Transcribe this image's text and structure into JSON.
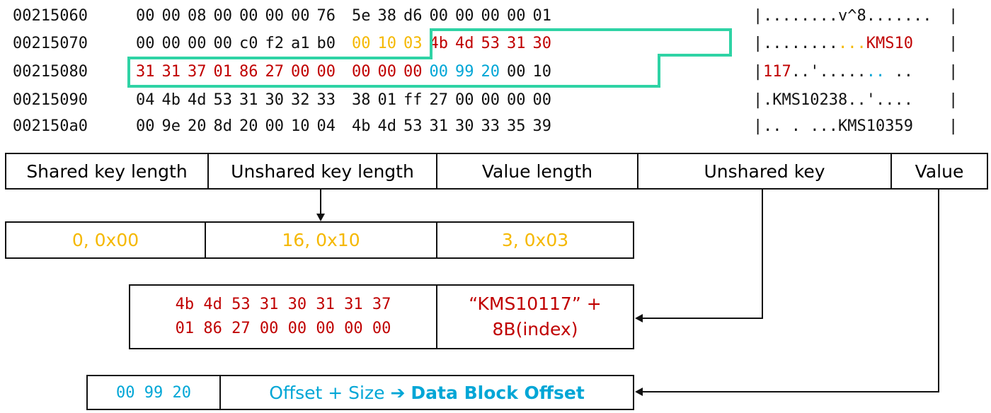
{
  "hex_dump": {
    "rows": [
      {
        "addr": "00215060",
        "bytes": [
          "00",
          "00",
          "08",
          "00",
          "00",
          "00",
          "00",
          "76",
          "5e",
          "38",
          "d6",
          "00",
          "00",
          "00",
          "00",
          "01"
        ],
        "ascii": "........v^8......."
      },
      {
        "addr": "00215070",
        "bytes": [
          "00",
          "00",
          "00",
          "00",
          "c0",
          "f2",
          "a1",
          "b0",
          "00",
          "10",
          "03",
          "4b",
          "4d",
          "53",
          "31",
          "30"
        ],
        "ascii": "...........KMS10"
      },
      {
        "addr": "00215080",
        "bytes": [
          "31",
          "31",
          "37",
          "01",
          "86",
          "27",
          "00",
          "00",
          "00",
          "00",
          "00",
          "00",
          "99",
          "20",
          "00",
          "10"
        ],
        "ascii": "117..'....... .."
      },
      {
        "addr": "00215090",
        "bytes": [
          "04",
          "4b",
          "4d",
          "53",
          "31",
          "30",
          "32",
          "33",
          "38",
          "01",
          "ff",
          "27",
          "00",
          "00",
          "00",
          "00"
        ],
        "ascii": ".KMS10238..'...."
      },
      {
        "addr": "002150a0",
        "bytes": [
          "00",
          "9e",
          "20",
          "8d",
          "20",
          "00",
          "10",
          "04",
          "4b",
          "4d",
          "53",
          "31",
          "30",
          "33",
          "35",
          "39"
        ],
        "ascii": ".. . ...KMS10359"
      }
    ],
    "separator": "|"
  },
  "header_row": {
    "shared_key_length": "Shared key length",
    "unshared_key_length": "Unshared key length",
    "value_length": "Value length",
    "unshared_key": "Unshared key",
    "value": "Value"
  },
  "lengths_row": {
    "shared": "0, 0x00",
    "unshared": "16, 0x10",
    "value": "3, 0x03"
  },
  "key_box": {
    "hex_line1": "4b 4d 53 31 30 31 31 37",
    "hex_line2": "01 86 27 00 00 00 00 00",
    "desc_line1": "“KMS10117” +",
    "desc_line2": "8B(index)"
  },
  "value_box": {
    "hex": "00 99 20",
    "desc_prefix": "Offset + Size",
    "arrow": "➔",
    "desc_target": "Data Block Offset"
  },
  "colors": {
    "length_bytes": "#f5b800",
    "key_bytes": "#c00000",
    "value_bytes": "#00a6d6",
    "highlight": "#2fd3a5",
    "default_text": "#111111"
  }
}
